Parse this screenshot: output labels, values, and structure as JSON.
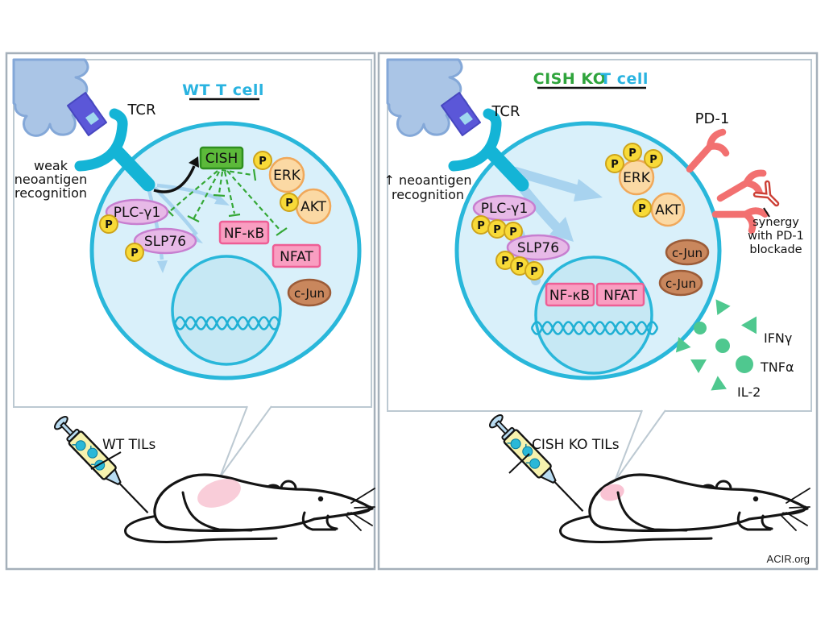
{
  "figure": {
    "credit": "ACIR.org",
    "labels": {
      "p": "P",
      "tcr": "TCR"
    },
    "molecules": {
      "cish": "CISH",
      "erk": "ERK",
      "akt": "AKT",
      "plc_g1": "PLC-γ1",
      "slp76": "SLP76",
      "nfkb": "NF-κB",
      "nfat": "NFAT",
      "cjun": "c-Jun"
    },
    "left_panel": {
      "title": "WT T cell",
      "recognition_lines": [
        "weak",
        "neoantigen",
        "recognition"
      ],
      "injection_label": "WT TILs"
    },
    "right_panel": {
      "title_green": "CISH KO",
      "title_cyan": "T cell",
      "recognition_lines": [
        "↑ neoantigen",
        "recognition"
      ],
      "pd1_label": "PD-1",
      "synergy_lines": [
        "synergy",
        "with PD-1",
        "blockade"
      ],
      "cytokines": [
        "IFNγ",
        "TNFα",
        "IL-2"
      ],
      "injection_label": "CISH KO TILs"
    },
    "colors": {
      "membrane_cyan": "#29b7da",
      "cell_fill": "#d9f0fa",
      "nucleus_fill": "#c6e8f4",
      "tcr_teal": "#14b4d6",
      "apc_fill": "#aac5e6",
      "apc_stroke": "#84a8d8",
      "mhc_indigo": "#5b57d8",
      "signal_arrow_blue": "#a8d3ef",
      "cish_green": "#5cb93a",
      "inhibit_green": "#35a837",
      "phospho_yellow": "#f8da38",
      "kinase_peach": "#fbd9a4",
      "kinase_border": "#f0a85a",
      "adapter_purple": "#e7b9e7",
      "tf_pink": "#f99ec1",
      "tf_pink_border": "#ee5e95",
      "cjun_brown": "#c9875d",
      "pd1_salmon": "#f27070",
      "antibody_red": "#cc3f35",
      "cytokine_green": "#4fc88f",
      "tumor_pink": "#f9cdd9",
      "panel_border": "#a5b0ba",
      "callout_gray": "#bcc9d2",
      "syringe_yellow": "#f6f2ae"
    }
  }
}
